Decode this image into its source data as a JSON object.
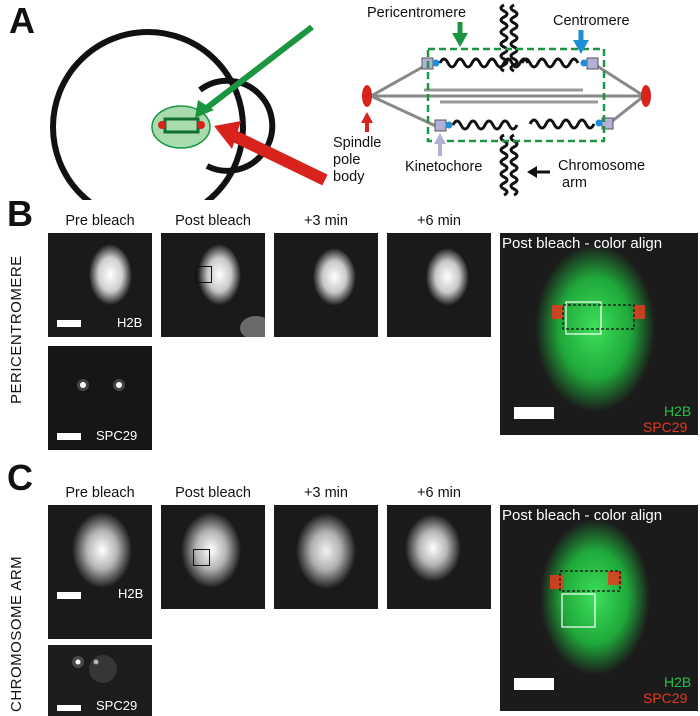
{
  "panel_letters": {
    "a": "A",
    "b": "B",
    "c": "C"
  },
  "diagram": {
    "pericentromere": "Pericentromere",
    "centromere": "Centromere",
    "spindle_pole_body": [
      "Spindle",
      "pole",
      "body"
    ],
    "kinetochore": "Kinetochore",
    "chromosome_arm": [
      "Chromosome",
      "arm"
    ],
    "colors": {
      "green": "#1a9640",
      "red": "#d8231c",
      "blue": "#1d8fd6",
      "lavender": "#b3b1d8",
      "cell_fill": "#a8dcae"
    }
  },
  "col_headers": [
    "Pre bleach",
    "Post bleach",
    "+3 min",
    "+6 min"
  ],
  "merge_header": "Post bleach - color align",
  "row_labels": {
    "b": "PERICENTROMERE",
    "c": "CHROMOSOME ARM"
  },
  "channel_labels": {
    "h2b": "H2B",
    "spc29": "SPC29"
  },
  "channel_colors": {
    "h2b": "#1fc443",
    "spc29": "#e53a1e"
  }
}
